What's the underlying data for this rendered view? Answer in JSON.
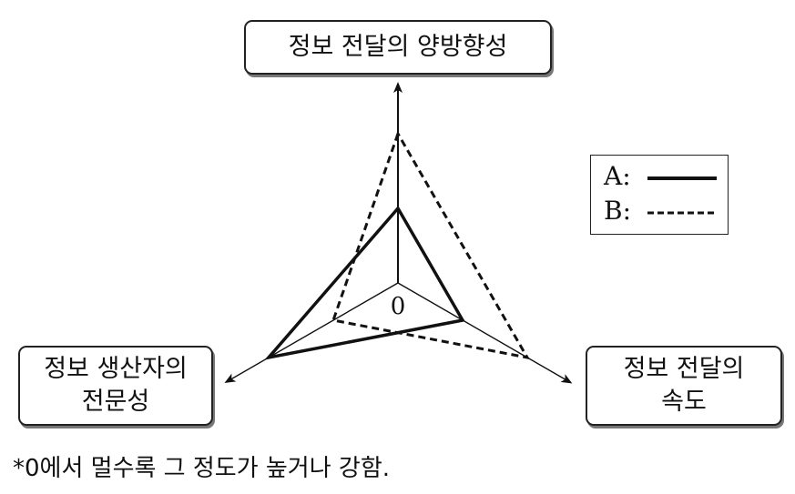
{
  "axes": [
    {
      "label": "정보 전달의 양방향성"
    },
    {
      "label_line1": "정보 생산자의",
      "label_line2": "전문성"
    },
    {
      "label_line1": "정보 전달의",
      "label_line2": "속도"
    }
  ],
  "origin_label": "0",
  "legend": [
    {
      "label": "A:",
      "style": "solid"
    },
    {
      "label": "B:",
      "style": "dashed"
    }
  ],
  "footnote": "*0에서 멀수록 그 정도가 높거나 강함.",
  "chart_data": {
    "type": "radar",
    "axes": [
      "정보 전달의 양방향성",
      "정보 생산자의 전문성",
      "정보 전달의 속도"
    ],
    "series": [
      {
        "name": "A",
        "values": [
          1,
          2,
          1
        ]
      },
      {
        "name": "B",
        "values": [
          2,
          1,
          2
        ]
      }
    ],
    "range": [
      0,
      2.67
    ]
  }
}
